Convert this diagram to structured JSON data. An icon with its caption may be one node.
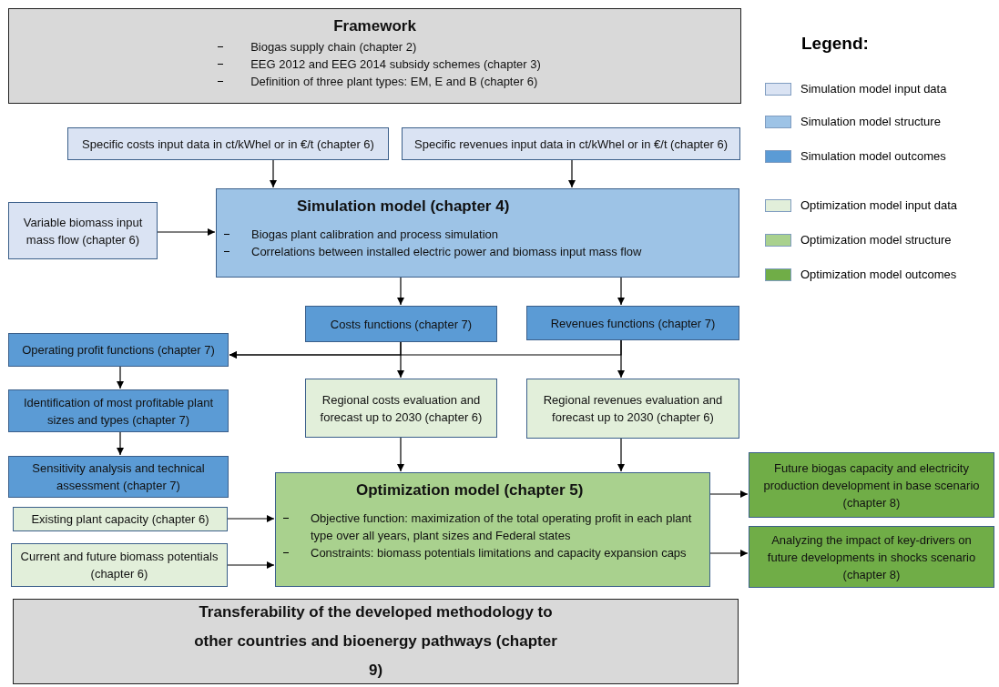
{
  "diagram": {
    "nodes": [
      {
        "text": [
          "Framework",
          "Biogas supply chain (chapter 2)",
          "EEG 2012 and EEG 2014 subsidy schemes (chapter 3)",
          "Definition of three plant types:  EM, E and B (chapter 6)"
        ]
      },
      {
        "text": [
          "Specific costs input data in ct/kWhel or in €/t (chapter 6)"
        ]
      },
      {
        "text": [
          "Specific revenues input data in ct/kWhel or in €/t (chapter 6)"
        ]
      },
      {
        "text": [
          "Variable biomass input mass flow (chapter 6)"
        ]
      },
      {
        "text": [
          "Simulation model (chapter 4)",
          "Biogas plant calibration and process simulation",
          "Correlations between installed electric power and biomass input mass flow"
        ]
      },
      {
        "text": [
          "Costs functions (chapter 7)"
        ]
      },
      {
        "text": [
          "Revenues functions (chapter 7)"
        ]
      },
      {
        "text": [
          "Operating profit functions (chapter 7)"
        ]
      },
      {
        "text": [
          "Identification of most profitable plant sizes and types (chapter 7)"
        ]
      },
      {
        "text": [
          "Regional costs evaluation and forecast up to 2030 (chapter 6)"
        ]
      },
      {
        "text": [
          "Regional revenues evaluation and forecast up to 2030 (chapter 6)"
        ]
      },
      {
        "text": [
          "Sensitivity analysis and technical assessment (chapter 7)"
        ]
      },
      {
        "text": [
          "Optimization model (chapter 5)",
          "Objective function: maximization of the total operating profit in each plant type over all years, plant sizes and Federal states",
          "Constraints: biomass potentials limitations and capacity expansion caps"
        ]
      },
      {
        "text": [
          "Existing plant capacity  (chapter 6)"
        ]
      },
      {
        "text": [
          "Current and future biomass potentials (chapter 6)"
        ]
      },
      {
        "text": [
          "Future biogas capacity and electricity production development in base scenario (chapter 8)"
        ]
      },
      {
        "text": [
          "Analyzing the impact of key-drivers on future developments in shocks scenario (chapter 8)"
        ]
      },
      {
        "text": [
          "Transferability of the developed methodology to other countries and bioenergy pathways (chapter 9)"
        ]
      }
    ],
    "edges": [
      {
        "from": 1,
        "to": 4,
        "arrow": "to"
      },
      {
        "from": 2,
        "to": 4,
        "arrow": "to"
      },
      {
        "from": 3,
        "to": 4,
        "arrow": "to"
      },
      {
        "from": 4,
        "to": 5,
        "arrow": "to"
      },
      {
        "from": 4,
        "to": 6,
        "arrow": "to"
      },
      {
        "from": 5,
        "to": 7,
        "arrow": "to"
      },
      {
        "from": 6,
        "to": 7,
        "arrow": "to"
      },
      {
        "from": 5,
        "to": 9,
        "arrow": "to"
      },
      {
        "from": 6,
        "to": 10,
        "arrow": "to"
      },
      {
        "from": 7,
        "to": 8,
        "arrow": "to"
      },
      {
        "from": 8,
        "to": 11,
        "arrow": "to"
      },
      {
        "from": 9,
        "to": 12,
        "arrow": "to"
      },
      {
        "from": 10,
        "to": 12,
        "arrow": "to"
      },
      {
        "from": 13,
        "to": 12,
        "arrow": "to"
      },
      {
        "from": 14,
        "to": 12,
        "arrow": "to"
      },
      {
        "from": 12,
        "to": 15,
        "arrow": "to"
      },
      {
        "from": 12,
        "to": 16,
        "arrow": "to"
      }
    ],
    "labels": [
      "Legend:"
    ],
    "legend": [
      {
        "text": "Simulation model input data",
        "color": "#dae3f3"
      },
      {
        "text": "Simulation model structure",
        "color": "#9dc3e6"
      },
      {
        "text": "Simulation model outcomes",
        "color": "#5b9bd5"
      },
      {
        "text": "Optimization model input data",
        "color": "#e2efda"
      },
      {
        "text": "Optimization model structure",
        "color": "#a9d18e"
      },
      {
        "text": "Optimization model outcomes",
        "color": "#70ad47"
      }
    ]
  }
}
